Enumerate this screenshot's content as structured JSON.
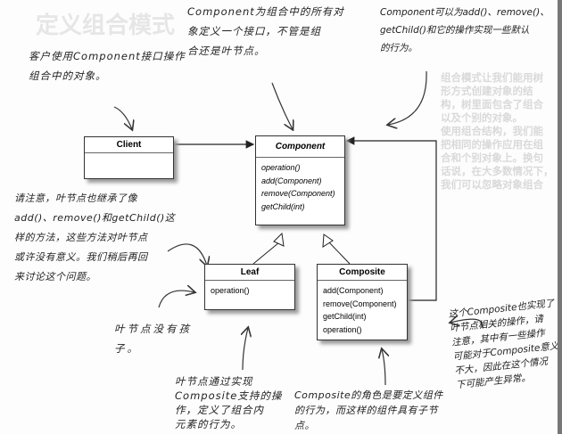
{
  "background_bleed": {
    "title": "定义组合模式",
    "lines": [
      "组合模式让我们能用树",
      "形方式创建对象的结",
      "构，树里面包含了组合",
      "以及个别的对象。",
      "使用组合结构，我们能",
      "把相同的操作应用在组",
      "合和个别对象上。换句",
      "话说，在大多数情况下，",
      "我们可以忽略对象组合"
    ]
  },
  "classes": {
    "client": {
      "name": "Client",
      "operations": []
    },
    "component": {
      "name": "Component",
      "operations": [
        "operation()",
        "add(Component)",
        "remove(Component)",
        "getChild(int)"
      ]
    },
    "leaf": {
      "name": "Leaf",
      "operations": [
        "operation()"
      ]
    },
    "composite": {
      "name": "Composite",
      "operations": [
        "add(Component)",
        "remove(Component)",
        "getChild(int)",
        "operation()"
      ]
    }
  },
  "notes": {
    "client": [
      "客户使用Component接口操作",
      "组合中的对象。"
    ],
    "component_interface": [
      "Component为组合中的所有对",
      "象定义一个接口，不管是组",
      "合还是叶节点。"
    ],
    "component_default": [
      "Component可以为add()、remove()、",
      "getChild()和它的操作实现一些默认",
      "的行为。"
    ],
    "leaf_inherit": [
      "请注意，叶节点也继承了像",
      "add()、remove()和getChild()这",
      "样的方法，这些方法对叶节点",
      "或许没有意义。我们稍后再回",
      "来讨论这个问题。"
    ],
    "leaf_no_children": [
      "叶节点没有孩",
      "子。"
    ],
    "leaf_behavior": [
      "叶节点通过实现",
      "Composite支持的操",
      "作，定义了组合内",
      "元素的行为。"
    ],
    "composite_role": [
      "Composite的角色是要定义组件",
      "的行为，而这样的组件具有子节",
      "点。"
    ],
    "composite_ops": [
      "这个Composite也实现了",
      "叶节点相关的操作，请",
      "注意，其中有一些操作",
      "可能对于Composite意义",
      "不大，因此在这个情况",
      "下可能产生异常。"
    ]
  }
}
